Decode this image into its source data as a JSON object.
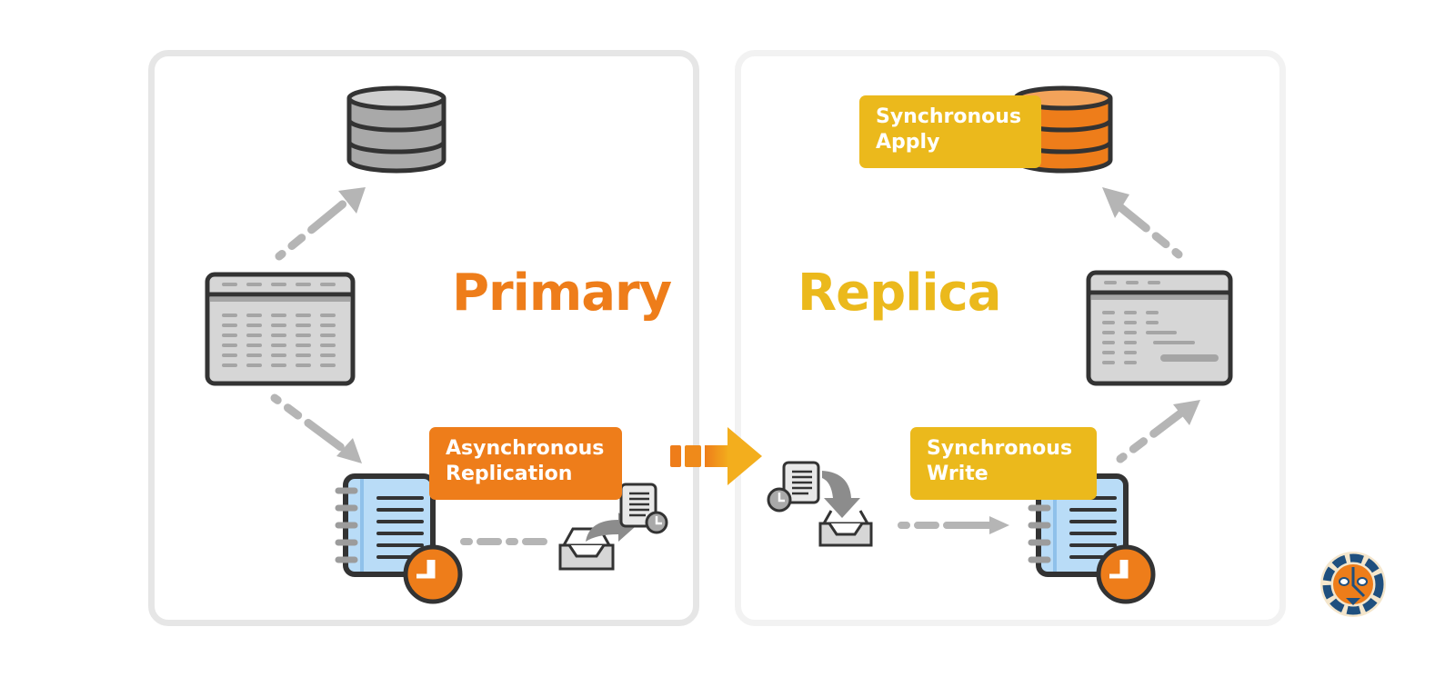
{
  "diagram": {
    "primary": {
      "title": "Primary",
      "label": "Asynchronous Replication",
      "label_lines": [
        "Asynchronous",
        "Replication"
      ],
      "components": [
        "database",
        "table",
        "log-journal",
        "outbox-send"
      ],
      "accent_color": "#ee7d1a"
    },
    "replica": {
      "title": "Replica",
      "apply_label_lines": [
        "Synchronous",
        "Apply"
      ],
      "write_label_lines": [
        "Synchronous",
        "Write"
      ],
      "components": [
        "inbox-receive",
        "log-journal",
        "table",
        "database"
      ],
      "accent_color": "#ebb91c"
    },
    "transfer_arrow": {
      "direction": "primary-to-replica"
    },
    "logo": {
      "name": "tiger-logo"
    },
    "colors": {
      "arrow_gray": "#b5b5b5",
      "outline": "#333333",
      "db_gray": "#a9a9a9",
      "db_orange": "#ee7d1a",
      "notebook_blue": "#b9dcf7"
    }
  }
}
